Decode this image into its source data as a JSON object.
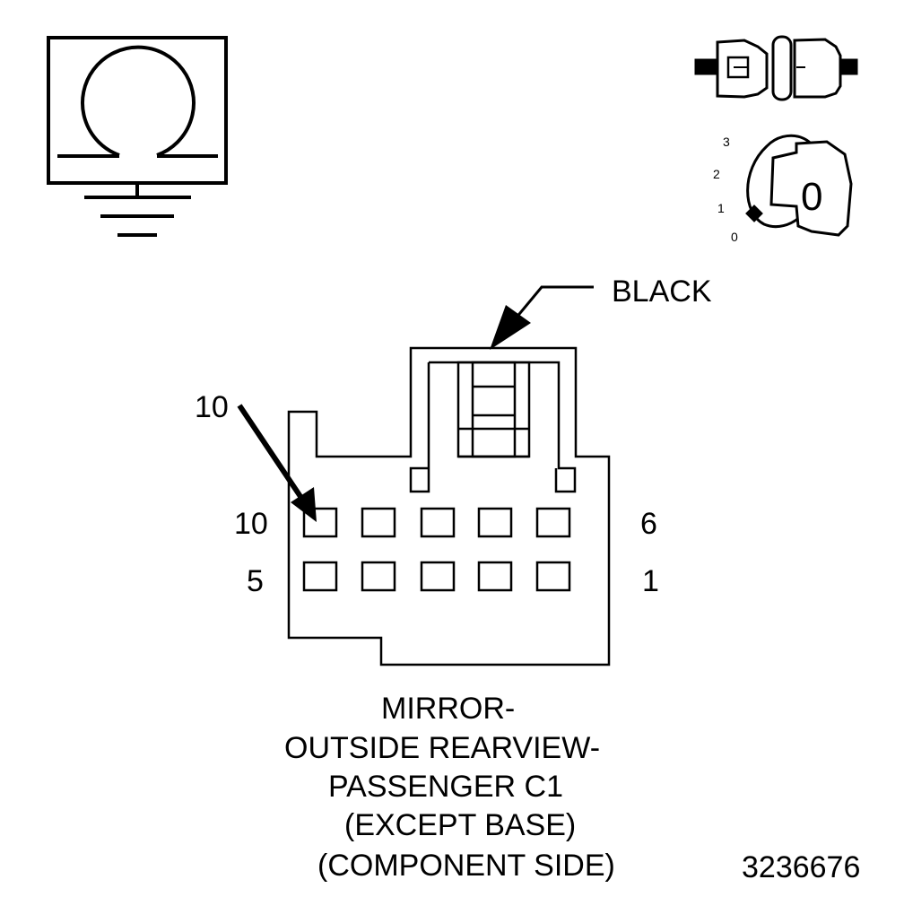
{
  "ignition_key": {
    "positions": [
      "3",
      "2",
      "1",
      "0"
    ],
    "key_label": "0"
  },
  "connector": {
    "color_label": "BLACK",
    "pin_callout": "10",
    "row_labels": {
      "top_left": "10",
      "top_right": "6",
      "bottom_left": "5",
      "bottom_right": "1"
    }
  },
  "title": {
    "lines": [
      "MIRROR-",
      "OUTSIDE REARVIEW-",
      "PASSENGER C1",
      "(EXCEPT BASE)",
      "(COMPONENT SIDE)"
    ]
  },
  "figure_number": "3236676"
}
